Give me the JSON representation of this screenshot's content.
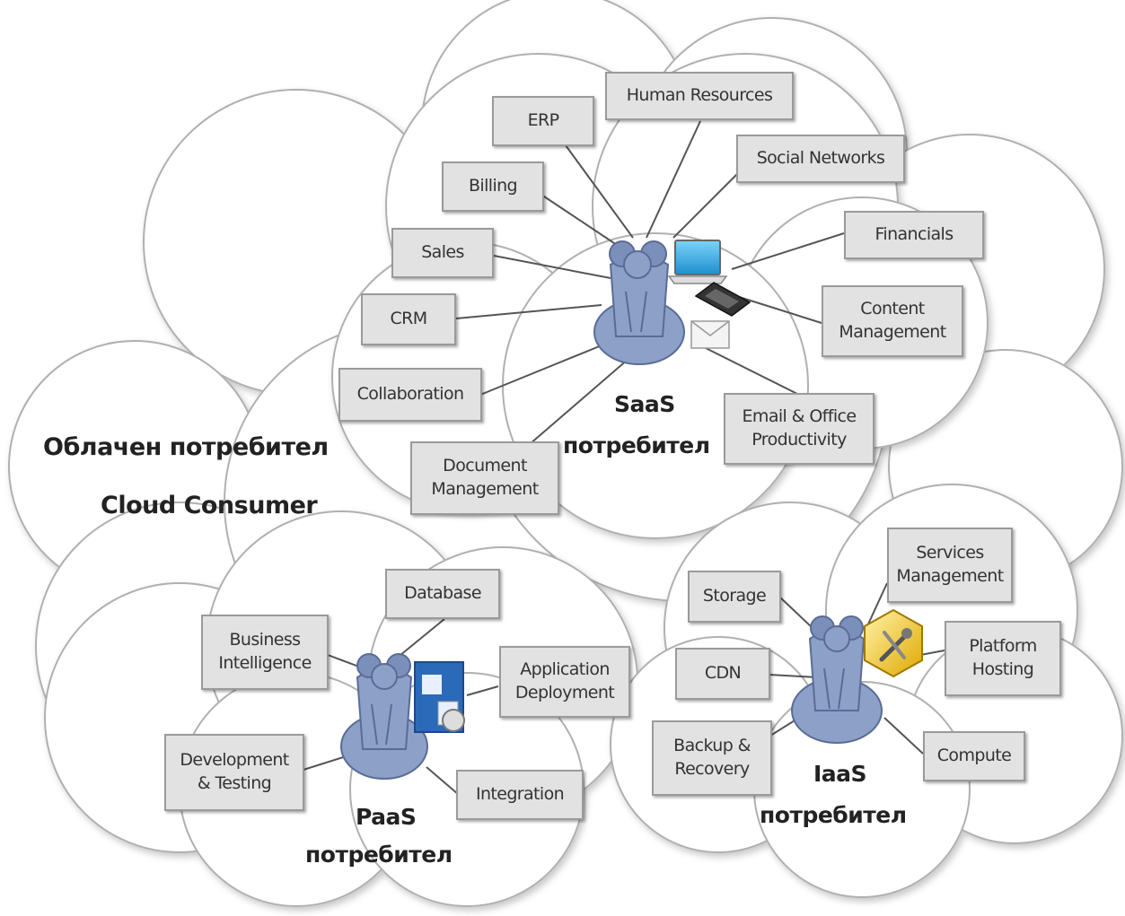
{
  "consumer": {
    "title_bg": "Облачен потребител",
    "title_en": "Cloud Consumer"
  },
  "saas": {
    "name": "SaaS",
    "consumer_word": "потребител",
    "services": {
      "human_resources": "Human Resources",
      "erp": "ERP",
      "social_networks": "Social Networks",
      "billing": "Billing",
      "financials": "Financials",
      "sales": "Sales",
      "content_management": "Content\nManagement",
      "crm": "CRM",
      "collaboration": "Collaboration",
      "email_office": "Email & Office\nProductivity",
      "document_management": "Document\nManagement"
    }
  },
  "paas": {
    "name": "PaaS",
    "consumer_word": "потребител",
    "services": {
      "database": "Database",
      "business_intelligence": "Business\nIntelligence",
      "application_deployment": "Application\nDeployment",
      "development_testing": "Development\n& Testing",
      "integration": "Integration"
    }
  },
  "iaas": {
    "name": "IaaS",
    "consumer_word": "потребител",
    "services": {
      "storage": "Storage",
      "services_management": "Services\nManagement",
      "cdn": "CDN",
      "platform_hosting": "Platform\nHosting",
      "backup_recovery": "Backup &\nRecovery",
      "compute": "Compute"
    }
  },
  "colors": {
    "cloud_fill": "#ffffff",
    "cloud_stroke": "#aaaaaa",
    "box_fill": "#e2e2e2",
    "person_fill": "#8da0c8",
    "line": "#555555"
  },
  "icons": [
    "people-icon",
    "laptop-icon",
    "phone-icon",
    "mail-icon",
    "app-window-icon",
    "tools-icon"
  ]
}
